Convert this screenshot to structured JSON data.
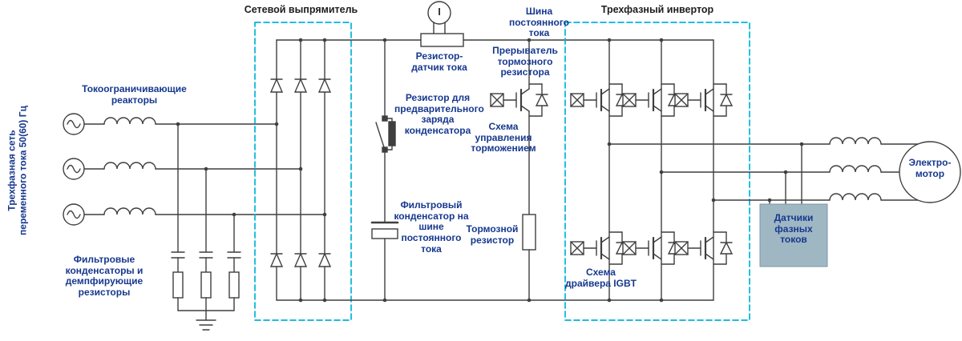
{
  "colors": {
    "wire": "#3f3f3f",
    "label_blue": "#16388e",
    "section_title": "#1d1d1f",
    "dashed_box": "#00b4d9",
    "sensor_box_fill": "#9fb7c3",
    "background": "#ffffff"
  },
  "labels": {
    "ac_network": "Трехфазная сеть переменного тока 50(60) Гц",
    "reactors": "Токоограничивающие реакторы",
    "filter_caps": "Фильтровые конденсаторы и демпфирующие резисторы",
    "rectifier_title": "Сетевой выпрямитель",
    "ammeter": "I",
    "current_sense_resistor": "Резистор-датчик тока",
    "precharge_resistor": "Резистор для предварительного заряда конденсатора",
    "dc_bus": "Шина постоянного тока",
    "brake_chopper": "Прерыватель тормозного резистора",
    "brake_control": "Схема управления торможением",
    "dc_filter_capacitor": "Фильтровый конденсатор на шине постоянного тока",
    "brake_resistor": "Тормозной резистор",
    "inverter_title": "Трехфазный инвертор",
    "igbt_driver": "Схема драйвера IGBT",
    "phase_current_sensors": "Датчики фазных токов",
    "motor": "Электро-мотор"
  }
}
